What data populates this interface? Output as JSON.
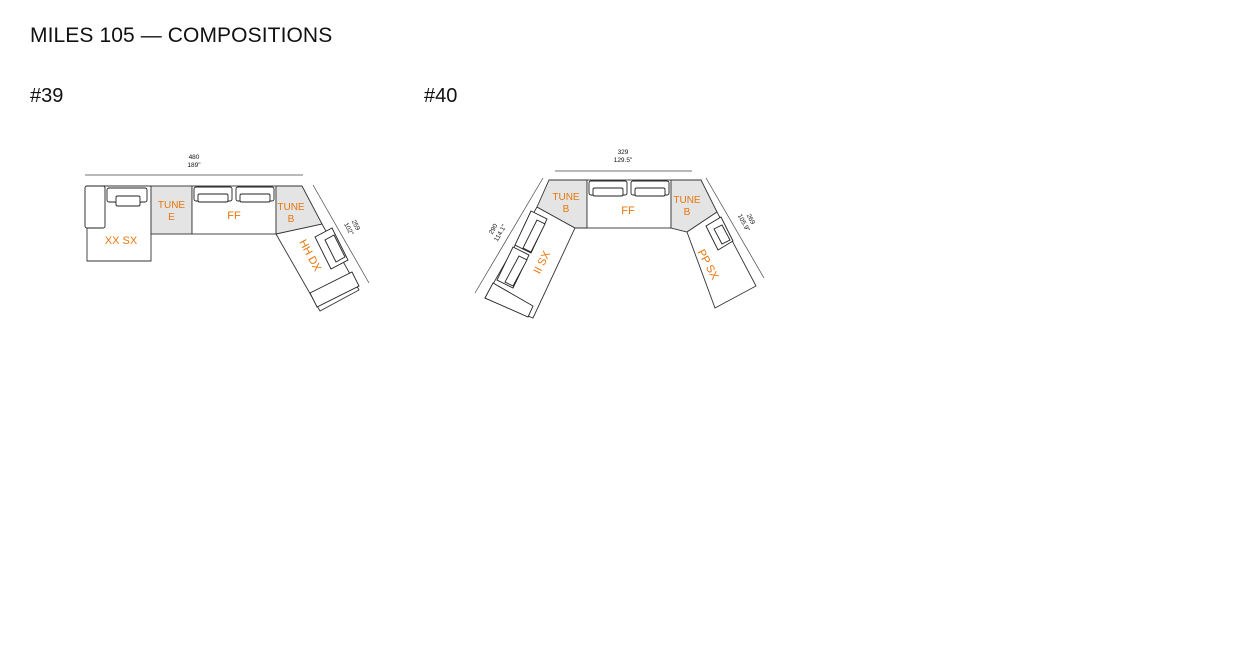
{
  "page": {
    "title": "MILES 105 — COMPOSITIONS"
  },
  "compositions": [
    {
      "label": "#39",
      "width": {
        "cm": "480",
        "in": "189\""
      },
      "side": {
        "cm": "259",
        "in": "102\""
      },
      "modules": [
        "XX SX",
        "TUNE",
        "E",
        "FF",
        "TUNE",
        "B",
        "HH DX"
      ]
    },
    {
      "label": "#40",
      "width": {
        "cm": "329",
        "in": "129.5\""
      },
      "left_side": {
        "cm": "290",
        "in": "114.1\""
      },
      "right_side": {
        "cm": "269",
        "in": "105.9\""
      },
      "modules": [
        "TUNE",
        "B",
        "FF",
        "TUNE",
        "B",
        "II SX",
        "PP SX"
      ]
    }
  ],
  "colors": {
    "label_accent": "#e8760a",
    "tune_fill": "#e4e4e4",
    "outline": "#333333"
  }
}
